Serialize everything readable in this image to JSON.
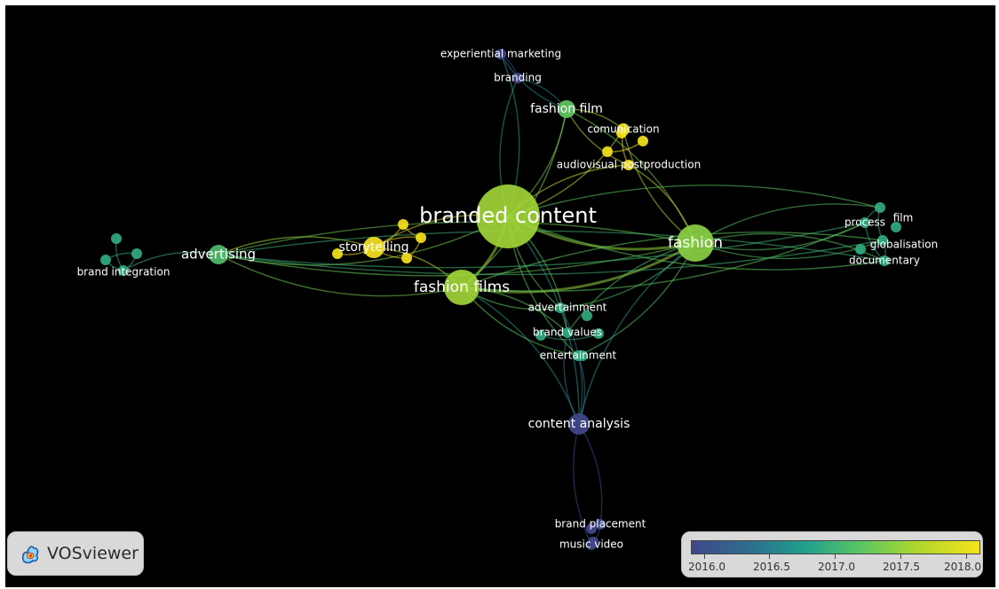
{
  "colors": {
    "background": "#000000",
    "scale": [
      "#41478b",
      "#2d6e8e",
      "#21a08c",
      "#5fc85f",
      "#b5d82a",
      "#f5e21c"
    ]
  },
  "nodes": [
    {
      "label": "branded content",
      "weight": 10,
      "year": 2017.5
    },
    {
      "label": "fashion",
      "weight": 6,
      "year": 2017.4
    },
    {
      "label": "fashion films",
      "weight": 5,
      "year": 2017.5
    },
    {
      "label": "fashion film",
      "weight": 3,
      "year": 2017.2
    },
    {
      "label": "advertising",
      "weight": 3,
      "year": 2017.1
    },
    {
      "label": "storytelling",
      "weight": 3,
      "year": 2018.0
    },
    {
      "label": "content analysis",
      "weight": 3,
      "year": 2016.0
    },
    {
      "label": "comunication",
      "weight": 1,
      "year": 2018.0
    },
    {
      "label": "audiovisual postproduction",
      "weight": 1,
      "year": 2018.0
    },
    {
      "label": "experiential marketing",
      "weight": 1,
      "year": 2016.0
    },
    {
      "label": "branding",
      "weight": 1,
      "year": 2016.0
    },
    {
      "label": "advertainment",
      "weight": 1,
      "year": 2016.9
    },
    {
      "label": "brand values",
      "weight": 1,
      "year": 2016.9
    },
    {
      "label": "entertainment",
      "weight": 1,
      "year": 2016.9
    },
    {
      "label": "brand placement",
      "weight": 1,
      "year": 2016.0
    },
    {
      "label": "music video",
      "weight": 1,
      "year": 2016.0
    },
    {
      "label": "process",
      "weight": 1,
      "year": 2016.9
    },
    {
      "label": "film",
      "weight": 1,
      "year": 2016.9
    },
    {
      "label": "globalisation",
      "weight": 1,
      "year": 2016.9
    },
    {
      "label": "documentary",
      "weight": 1,
      "year": 2016.9
    },
    {
      "label": "brand integration",
      "weight": 1,
      "year": 2016.9
    }
  ],
  "brand": {
    "name": "VOSviewer"
  },
  "legend": {
    "ticks": [
      "2016.0",
      "2016.5",
      "2017.0",
      "2017.5",
      "2018.0"
    ]
  }
}
